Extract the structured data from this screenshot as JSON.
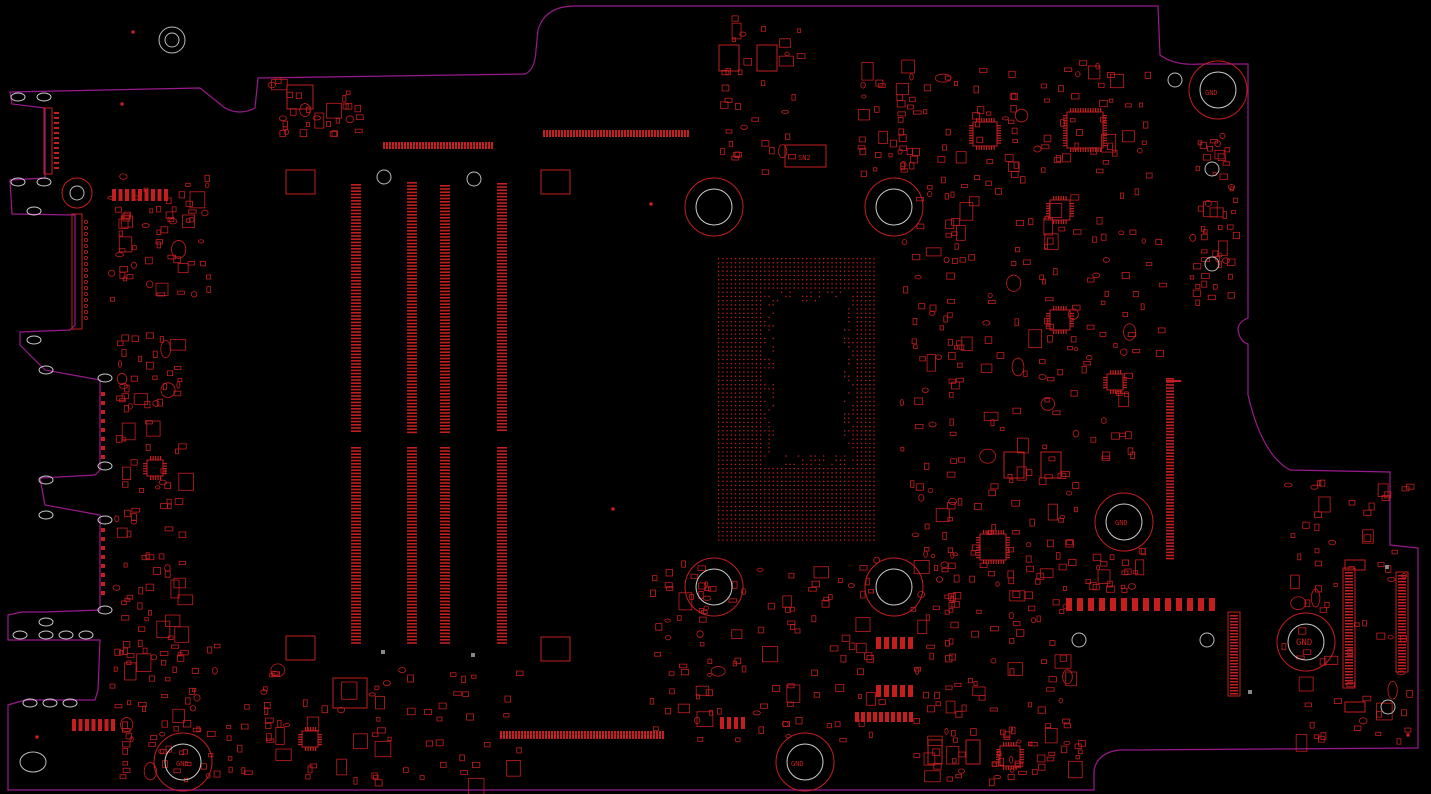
{
  "colors": {
    "background": "#000000",
    "outline": "#9a1a8c",
    "copper": "#c41e1e",
    "copper_bright": "#e02020"
  },
  "labels": {
    "gnd_large": "GND",
    "gnd_small": "GND",
    "ic_label": "SN2"
  }
}
